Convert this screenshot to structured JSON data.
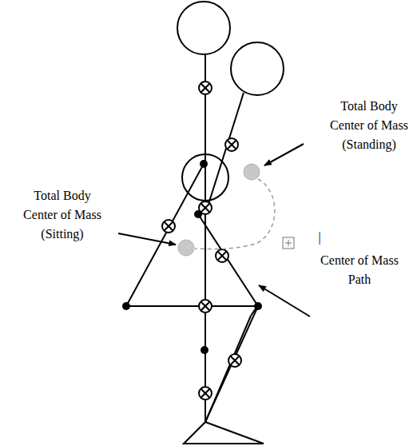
{
  "diagram": {
    "labels": [
      "Total Body Center of Mass (Standing)",
      "Total Body Center of Mass (Sitting)",
      "|",
      "Center of Mass Path"
    ]
  }
}
